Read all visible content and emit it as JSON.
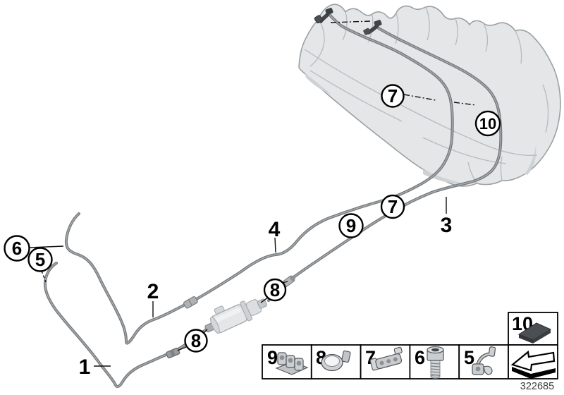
{
  "diagram_kind": "fuel-line-parts-diagram",
  "part_number": "322685",
  "colors": {
    "background": "#ffffff",
    "tank_fill": "#e4e6e8",
    "tank_outline": "#9aa0a3",
    "tube_gray": "#74787b",
    "callout_stroke": "#000000",
    "pad_dark": "#4b4f53"
  },
  "callouts": {
    "c6": "6",
    "c5": "5",
    "c7_tank": "7",
    "c10": "10",
    "c7_line": "7",
    "c9": "9",
    "c8_filter": "8",
    "c8_line": "8"
  },
  "labels": {
    "line1": "1",
    "line2": "2",
    "line3": "3",
    "line4": "4"
  },
  "legend": {
    "items": [
      {
        "number": "9",
        "icon": "triple-tube-clip-icon"
      },
      {
        "number": "8",
        "icon": "clamp-ring-icon"
      },
      {
        "number": "7",
        "icon": "tube-clip-icon"
      },
      {
        "number": "6",
        "icon": "socket-head-screw-icon"
      },
      {
        "number": "5",
        "icon": "bracket-clip-icon"
      }
    ],
    "pad": {
      "number": "10",
      "icon": "adhesive-pad-icon"
    },
    "direction_arrow_icon": "direction-arrow-icon"
  }
}
